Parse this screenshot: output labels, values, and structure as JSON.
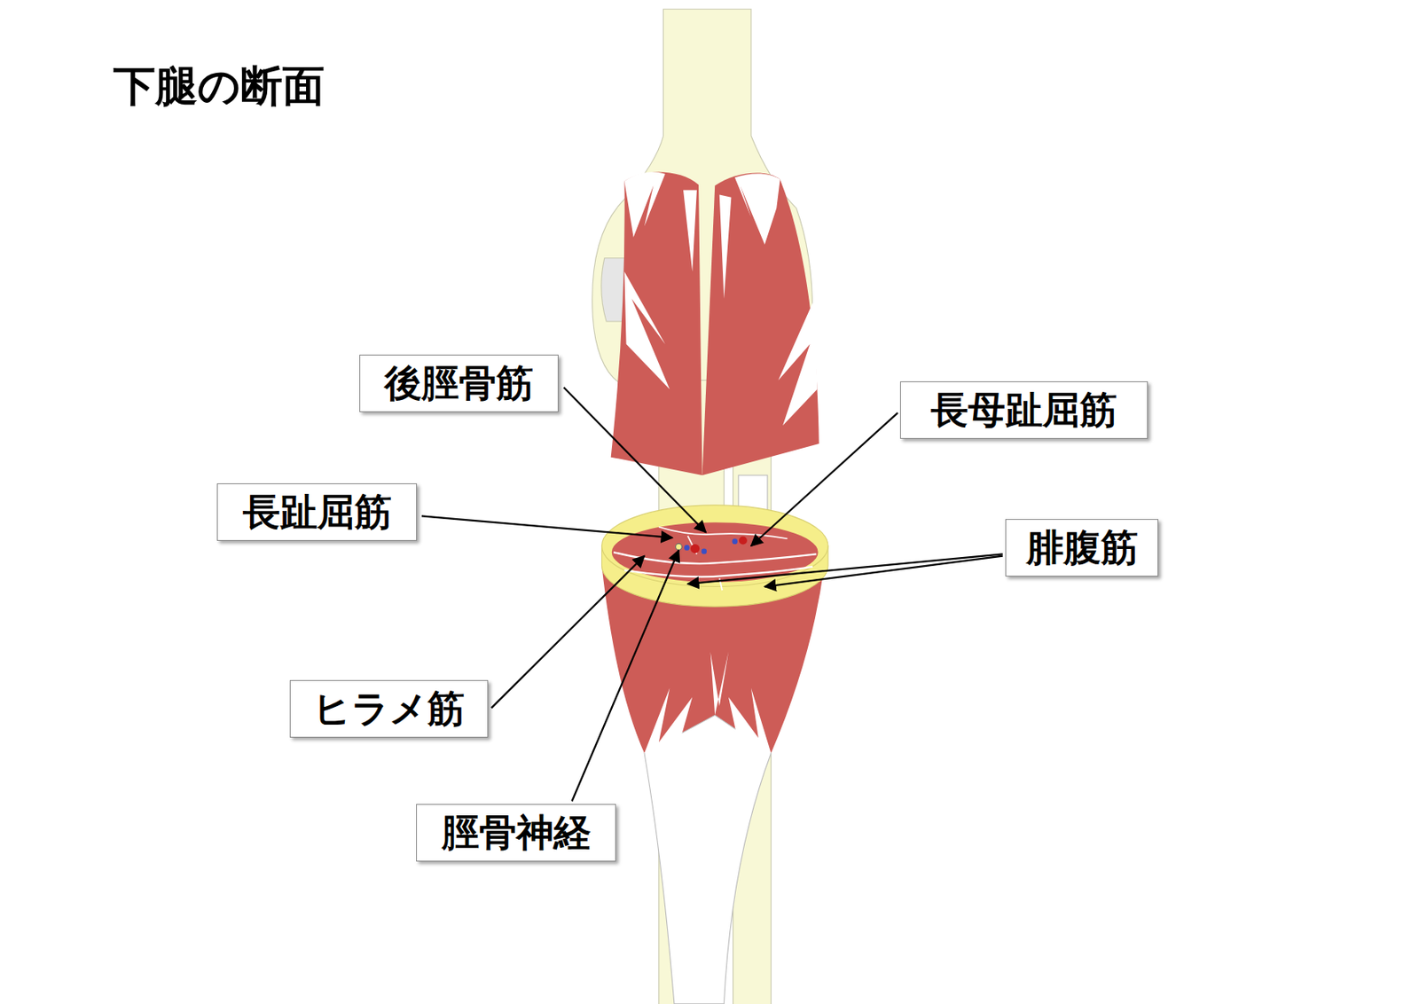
{
  "diagram": {
    "title": "下腿の断面",
    "nodes": [
      {
        "text": [
          "後脛骨筋"
        ]
      },
      {
        "text": [
          "長母趾屈筋"
        ]
      },
      {
        "text": [
          "長趾屈筋"
        ]
      },
      {
        "text": [
          "腓腹筋"
        ]
      },
      {
        "text": [
          "ヒラメ筋"
        ]
      },
      {
        "text": [
          "脛骨神経"
        ]
      }
    ]
  }
}
